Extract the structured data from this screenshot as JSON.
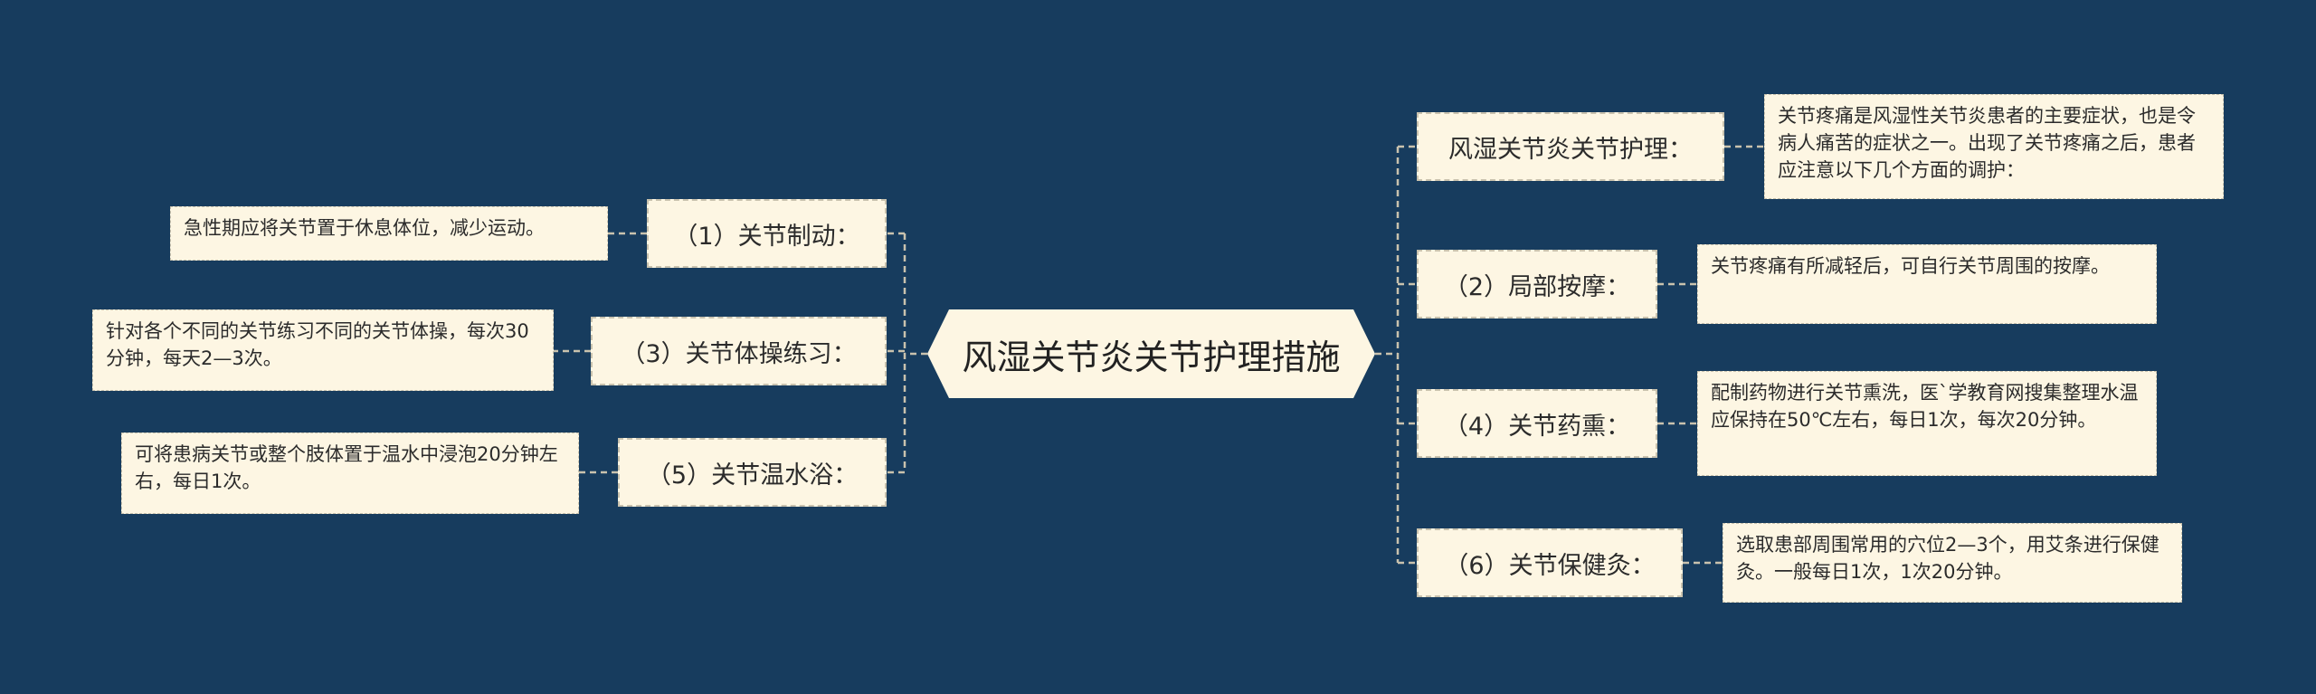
{
  "root": {
    "label": "风湿关节炎关节护理措施"
  },
  "right": [
    {
      "label": "风湿关节炎关节护理：",
      "note": "关节疼痛是风湿性关节炎患者的主要症状，也是令病人痛苦的症状之一。出现了关节疼痛之后，患者应注意以下几个方面的调护："
    },
    {
      "label": "（2）局部按摩：",
      "note": "关节疼痛有所减轻后，可自行关节周围的按摩。"
    },
    {
      "label": "（4）关节药熏：",
      "note": "配制药物进行关节熏洗，医`学教育网搜集整理水温应保持在50℃左右，每日1次，每次20分钟。"
    },
    {
      "label": "（6）关节保健灸：",
      "note": "选取患部周围常用的穴位2—3个，用艾条进行保健灸。一般每日1次，1次20分钟。"
    }
  ],
  "left": [
    {
      "label": "（1）关节制动：",
      "note": "急性期应将关节置于休息体位，减少运动。"
    },
    {
      "label": "（3）关节体操练习：",
      "note": "针对各个不同的关节练习不同的关节体操，每次30分钟，每天2—3次。"
    },
    {
      "label": "（5）关节温水浴：",
      "note": "可将患病关节或整个肢体置于温水中浸泡20分钟左右，每日1次。"
    }
  ],
  "colors": {
    "background": "#173c5e",
    "node_fill": "#fdf6e3",
    "node_border": "#c9c2ae",
    "connector": "#c9c2ae"
  }
}
